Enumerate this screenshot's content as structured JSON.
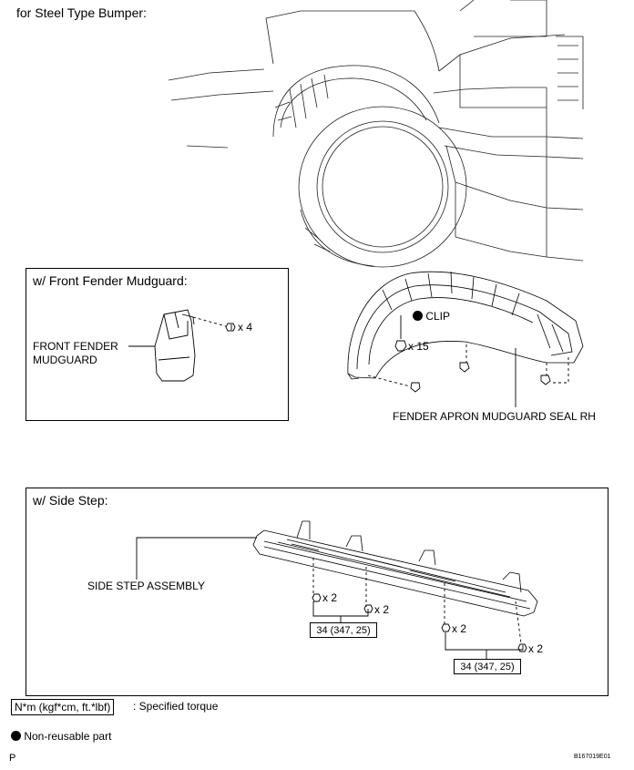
{
  "header": {
    "title": "for Steel Type Bumper:"
  },
  "mudguard_panel": {
    "title": "w/ Front Fender Mudguard:",
    "part_label_line1": "FRONT FENDER",
    "part_label_line2": "MUDGUARD",
    "qty": "x 4"
  },
  "fender_seal": {
    "clip_label": "CLIP",
    "clip_qty": "x 15",
    "part_label": "FENDER APRON MUDGUARD SEAL RH"
  },
  "side_step_panel": {
    "title": "w/ Side Step:",
    "part_label": "SIDE STEP ASSEMBLY",
    "qty_1": "x 2",
    "qty_2": "x 2",
    "qty_3": "x 2",
    "qty_4": "x 2",
    "torque_1": "34 (347, 25)",
    "torque_2": "34 (347, 25)"
  },
  "legend": {
    "torque_unit": "N*m (kgf*cm, ft.*lbf)",
    "torque_text": ": Specified torque",
    "nonreusable_text": "Non-reusable part"
  },
  "footer": {
    "page_marker": "P",
    "figure_id": "B167019E01"
  }
}
